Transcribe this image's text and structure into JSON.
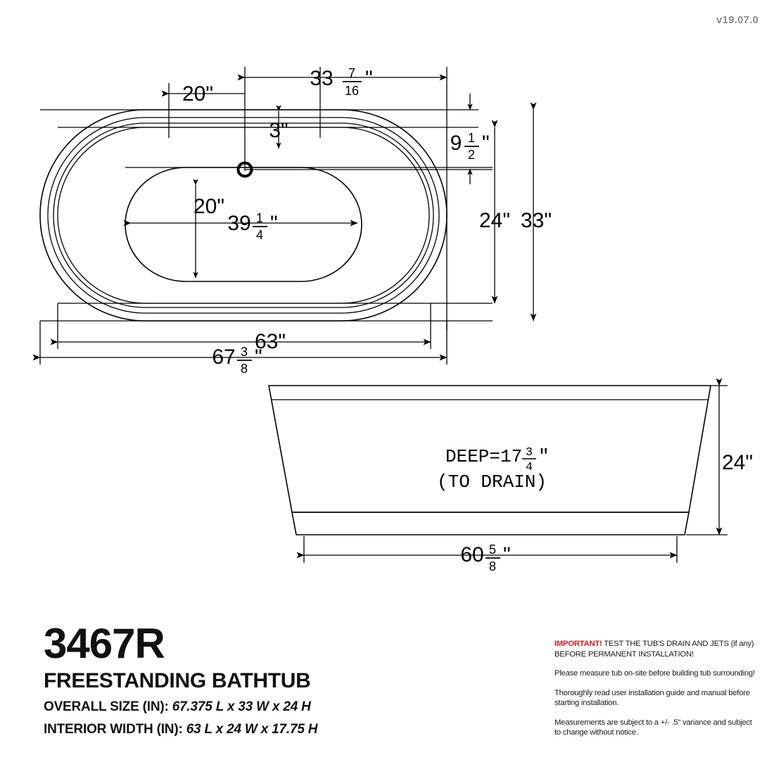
{
  "version_label": "v19.07.0",
  "product": {
    "model_number": "3467R",
    "product_type": "FREESTANDING BATHTUB",
    "overall_size_label": "OVERALL SIZE (IN):",
    "overall_size_value": "67.375 L x 33 W x 24 H",
    "interior_width_label": "INTERIOR WIDTH (IN):",
    "interior_width_value": "63 L x 24 W x 17.75 H"
  },
  "notes": {
    "important_tag": "IMPORTANT!",
    "important_body": " TEST THE TUB'S DRAIN AND JETS (if any) BEFORE PERMANENT INSTALLATION!",
    "note2": "Please measure tub on-site before building tub surrounding!",
    "note3": "Thoroughly read user installation guide and manual before starting installation.",
    "note4": "Measurements are subject to a +/- .5\" variance and subject to change without notice."
  },
  "plan_view": {
    "name": "top-plan-view",
    "dimensions": {
      "drain_from_left_end": {
        "whole": "20",
        "unit": "\""
      },
      "drain_to_right_end": {
        "whole": "33",
        "num": "7",
        "den": "16",
        "unit": "\""
      },
      "drain_from_rim": {
        "whole": "3",
        "unit": "\""
      },
      "rim_to_basin": {
        "whole": "9",
        "num": "1",
        "den": "2",
        "unit": "\""
      },
      "basin_width": {
        "whole": "20",
        "unit": "\""
      },
      "basin_length": {
        "whole": "39",
        "num": "1",
        "den": "4",
        "unit": "\""
      },
      "interior_width": {
        "whole": "24",
        "unit": "\""
      },
      "overall_width": {
        "whole": "33",
        "unit": "\""
      },
      "interior_length": {
        "whole": "63",
        "unit": "\""
      },
      "overall_length": {
        "whole": "67",
        "num": "3",
        "den": "8",
        "unit": "\""
      }
    }
  },
  "elevation_view": {
    "name": "front-elevation-view",
    "depth_label_prefix": "DEEP=",
    "depth_whole": "17",
    "depth_num": "3",
    "depth_den": "4",
    "depth_unit": "\"",
    "depth_sub_label": "(TO DRAIN)",
    "height": {
      "whole": "24",
      "unit": "\""
    },
    "base_width": {
      "whole": "60",
      "num": "5",
      "den": "8",
      "unit": "\""
    }
  },
  "colors": {
    "ink": "#000000",
    "important_red": "#cc2026",
    "version_gray": "#8b8b8b",
    "paper": "#ffffff"
  }
}
